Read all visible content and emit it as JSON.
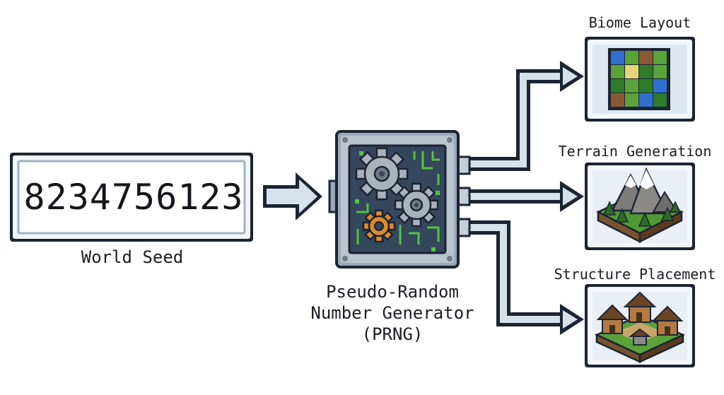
{
  "seed": {
    "value": "8234756123",
    "label": "World Seed"
  },
  "prng": {
    "label_lines": [
      "Pseudo-Random",
      "Number Generator",
      "(PRNG)"
    ]
  },
  "outputs": [
    {
      "label": "Biome Layout",
      "icon": "biome-grid-icon"
    },
    {
      "label": "Terrain Generation",
      "icon": "mountain-terrain-icon"
    },
    {
      "label": "Structure Placement",
      "icon": "village-houses-icon"
    }
  ],
  "colors": {
    "outline": "#1c2433",
    "panel_fill": "#f3f7fb",
    "panel_inner": "#dfe8f1",
    "arrow_fill": "#d6e1ec",
    "prng_casing": "#9aa8b8",
    "prng_screen": "#34475d",
    "gear_gray": "#aab3bd",
    "gear_orange": "#e08a2c",
    "circuit_green": "#58c23d"
  }
}
